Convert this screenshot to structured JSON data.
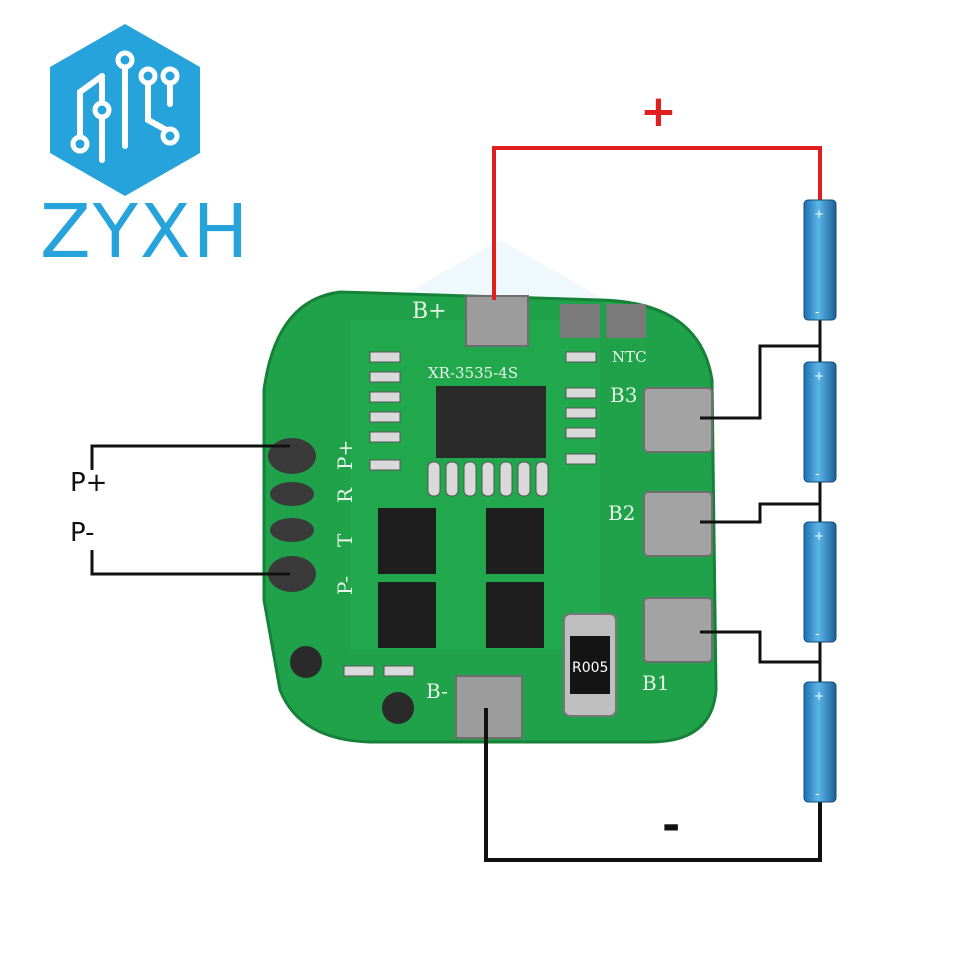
{
  "brand": {
    "logo_text": "ZYXH",
    "logo_icon": "circuit-hexagon-icon",
    "color": "#27a3dc"
  },
  "board": {
    "model": "XR-3535-4S",
    "color": "#1fa24a",
    "labels": {
      "b_plus": "B+",
      "b_minus": "B-",
      "b1": "B1",
      "b2": "B2",
      "b3": "B3",
      "ntc": "NTC",
      "p_plus": "P+",
      "p_minus": "P-",
      "r": "R",
      "t": "T"
    },
    "shunt_marking": "R005"
  },
  "wiring": {
    "output_plus": "P+",
    "output_minus": "P-",
    "battery_positive": "+",
    "battery_negative": "-",
    "positive_wire_color": "#e02020",
    "negative_wire_color": "#111111"
  },
  "cells": [
    {
      "id": "cell-1",
      "top_mark": "+",
      "bottom_mark": "-"
    },
    {
      "id": "cell-2",
      "top_mark": "+",
      "bottom_mark": "-"
    },
    {
      "id": "cell-3",
      "top_mark": "+",
      "bottom_mark": "-"
    },
    {
      "id": "cell-4",
      "top_mark": "+",
      "bottom_mark": "-"
    }
  ]
}
